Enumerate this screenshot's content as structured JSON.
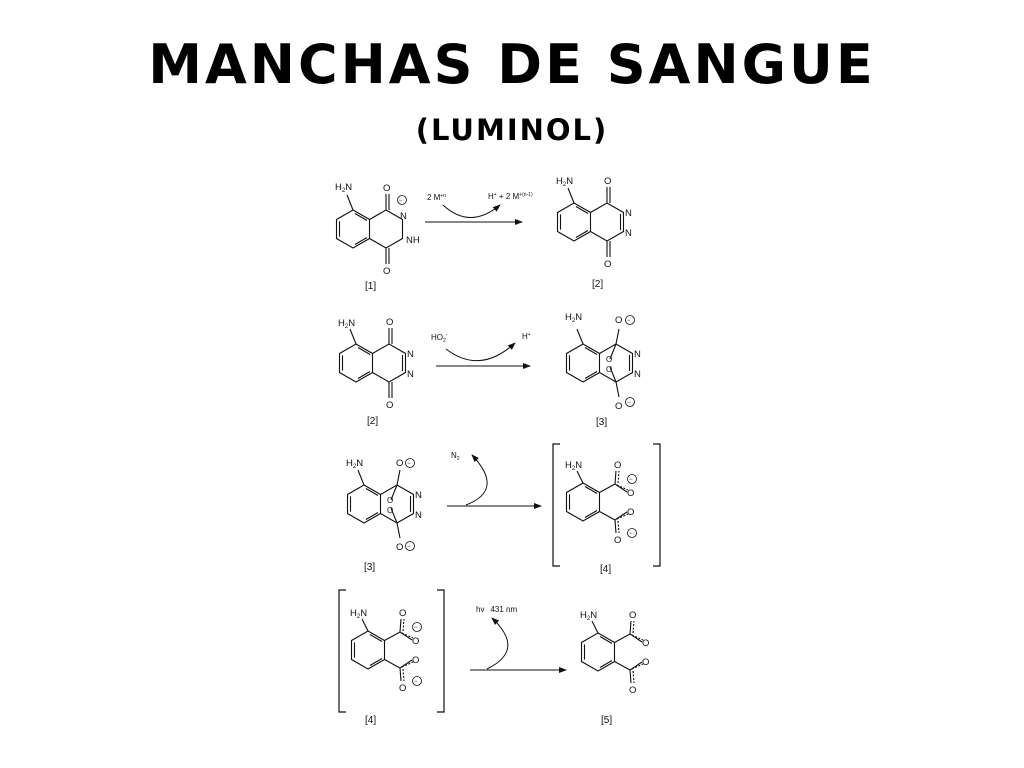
{
  "title": "MANCHAS DE SANGUE",
  "subtitle": "(LUMINOL)",
  "reactions": [
    {
      "reactant_label": "[1]",
      "product_label": "[2]",
      "reagent_in": "2 M",
      "reagent_in_sup": "+n",
      "reagent_out": "H",
      "reagent_out_sup": "+",
      "reagent_out_tail": " + 2 M",
      "reagent_out_tail_sup": "+(n-1)"
    },
    {
      "reactant_label": "[2]",
      "product_label": "[3]",
      "reagent_in": "HO",
      "reagent_in_sub": "2",
      "reagent_in_sup": "-",
      "reagent_out": "H",
      "reagent_out_sup": "+"
    },
    {
      "reactant_label": "[3]",
      "product_label": "[4]",
      "reagent_out": "N",
      "reagent_out_sub": "2"
    },
    {
      "reactant_label": "[4]",
      "product_label": "[5]",
      "reagent_out": "hν",
      "reagent_out_tail": "431 nm"
    }
  ],
  "atoms": {
    "amine": "H",
    "amine_sub": "2",
    "amine_n": "N",
    "oxygen": "O",
    "nitrogen": "N",
    "nh": "NH",
    "minus": "−"
  }
}
